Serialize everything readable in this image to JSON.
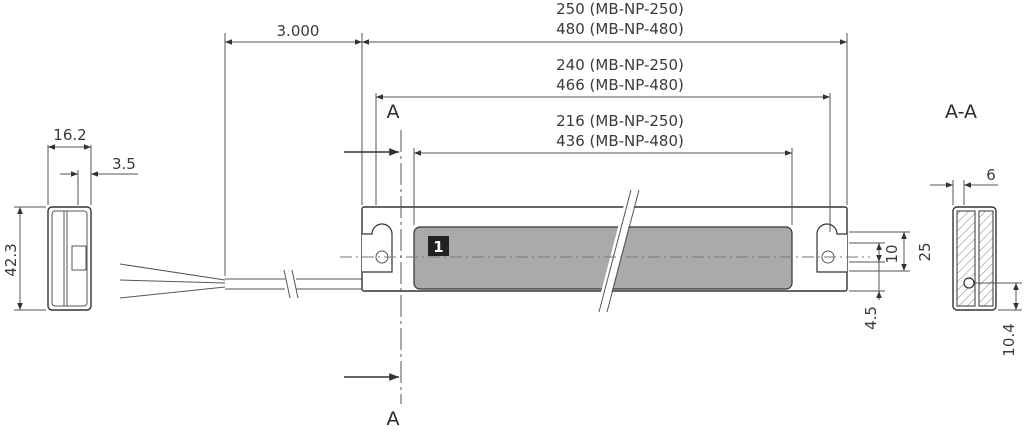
{
  "dimensions": {
    "overall_a": "250 (MB-NP-250)",
    "overall_b": "480 (MB-NP-480)",
    "mid_a": "240 (MB-NP-250)",
    "mid_b": "466 (MB-NP-480)",
    "inner_a": "216 (MB-NP-250)",
    "inner_b": "436 (MB-NP-480)",
    "cable": "3.000",
    "side_width": "16.2",
    "side_offset": "3.5",
    "side_height": "42.3",
    "hole_dia": "10",
    "hole_spacing": "25",
    "hole_offset": "4.5",
    "section_width": "6",
    "section_offset": "10.4"
  },
  "labels": {
    "section_top": "A",
    "section_bottom": "A",
    "section_view": "A-A",
    "marker": "1"
  },
  "colors": {
    "label_fill": "#aaaaaa",
    "marker_fill": "#222222",
    "line": "#333333"
  }
}
